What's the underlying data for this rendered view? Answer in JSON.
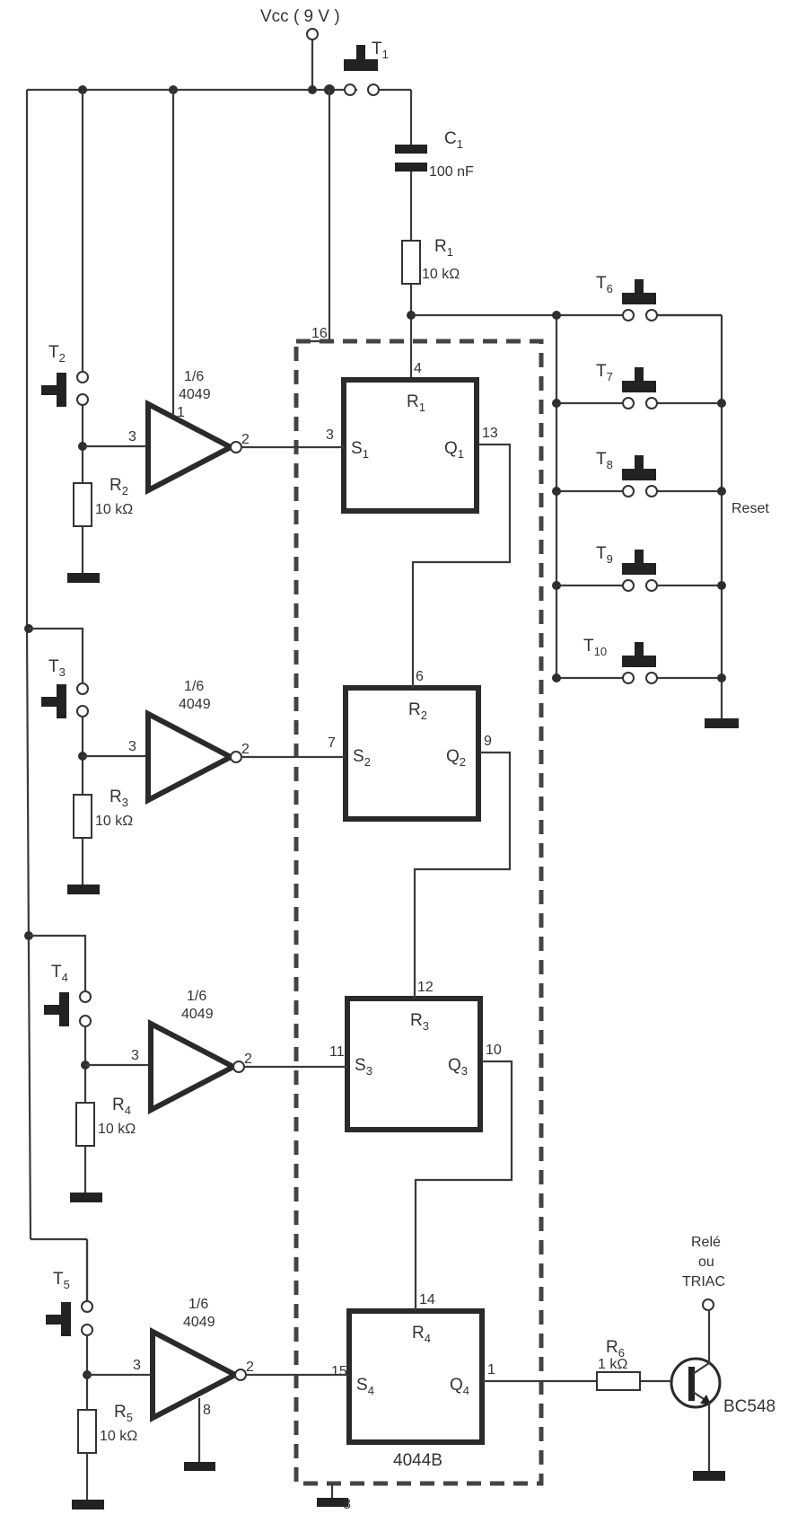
{
  "supply": {
    "label": "Vcc ( 9 V )"
  },
  "switches": [
    {
      "id": "T1",
      "name": "T",
      "sub": "1"
    },
    {
      "id": "T2",
      "name": "T",
      "sub": "2"
    },
    {
      "id": "T3",
      "name": "T",
      "sub": "3"
    },
    {
      "id": "T4",
      "name": "T",
      "sub": "4"
    },
    {
      "id": "T5",
      "name": "T",
      "sub": "5"
    },
    {
      "id": "T6",
      "name": "T",
      "sub": "6"
    },
    {
      "id": "T7",
      "name": "T",
      "sub": "7"
    },
    {
      "id": "T8",
      "name": "T",
      "sub": "8"
    },
    {
      "id": "T9",
      "name": "T",
      "sub": "9"
    },
    {
      "id": "T10",
      "name": "T",
      "sub": "10"
    }
  ],
  "capacitor": {
    "name": "C",
    "sub": "1",
    "value": "100 nF"
  },
  "resistors": [
    {
      "name": "R",
      "sub": "1",
      "value": "10 kΩ"
    },
    {
      "name": "R",
      "sub": "2",
      "value": "10 kΩ"
    },
    {
      "name": "R",
      "sub": "3",
      "value": "10 kΩ"
    },
    {
      "name": "R",
      "sub": "4",
      "value": "10 kΩ"
    },
    {
      "name": "R",
      "sub": "5",
      "value": "10 kΩ"
    },
    {
      "name": "R",
      "sub": "6",
      "value": "1 kΩ"
    }
  ],
  "inverters": {
    "fraction": "1/6",
    "part": "4049",
    "pin_in": "3",
    "pin_out": "2",
    "pin_vcc": "1",
    "pin_gnd": "8"
  },
  "latch_ic": {
    "part": "4044B",
    "pin_vcc": "16",
    "pin_gnd": "8",
    "latches": [
      {
        "s": "S",
        "r": "R",
        "q": "Q",
        "sub": "1",
        "pin_s": "3",
        "pin_r": "4",
        "pin_q": "13"
      },
      {
        "s": "S",
        "r": "R",
        "q": "Q",
        "sub": "2",
        "pin_s": "7",
        "pin_r": "6",
        "pin_q": "9"
      },
      {
        "s": "S",
        "r": "R",
        "q": "Q",
        "sub": "3",
        "pin_s": "11",
        "pin_r": "12",
        "pin_q": "10"
      },
      {
        "s": "S",
        "r": "R",
        "q": "Q",
        "sub": "4",
        "pin_s": "15",
        "pin_r": "14",
        "pin_q": "1"
      }
    ]
  },
  "reset_label": "Reset",
  "output": {
    "load_line1": "Relé",
    "load_line2": "ou",
    "load_line3": "TRIAC",
    "transistor": "BC548"
  }
}
